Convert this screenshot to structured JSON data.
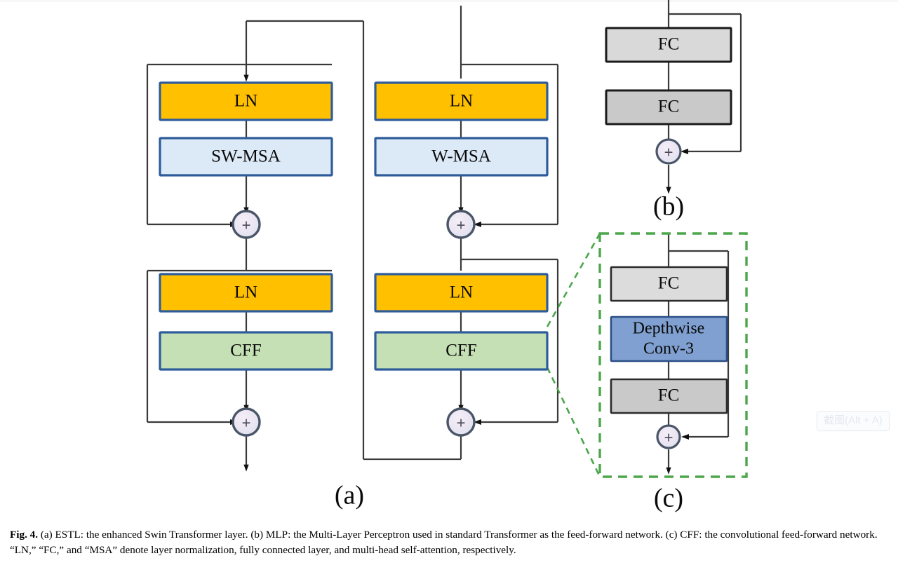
{
  "figure": {
    "number": "Fig. 4.",
    "caption": "(a) ESTL: the enhanced Swin Transformer layer. (b) MLP: the Multi-Layer Perceptron used in standard Transformer as the feed-forward network. (c) CFF: the convolutional feed-forward network. “LN,” “FC,” and “MSA” denote layer normalization, fully connected layer, and multi-head self-attention, respectively."
  },
  "panels": {
    "a": {
      "label": "(a)",
      "left_branch": {
        "blocks": [
          {
            "name": "ln-1",
            "text": "LN",
            "fill": "#FFC000",
            "stroke": "#2E5C9A"
          },
          {
            "name": "sw-msa",
            "text": "SW-MSA",
            "fill": "#DCE9F7",
            "stroke": "#2E5C9A"
          },
          {
            "name": "ln-2",
            "text": "LN",
            "fill": "#FFC000",
            "stroke": "#2E5C9A"
          },
          {
            "name": "cff-1",
            "text": "CFF",
            "fill": "#C5E0B4",
            "stroke": "#2E5C9A"
          }
        ],
        "adders": [
          "+",
          "+"
        ]
      },
      "right_branch": {
        "blocks": [
          {
            "name": "ln-3",
            "text": "LN",
            "fill": "#FFC000",
            "stroke": "#2E5C9A"
          },
          {
            "name": "w-msa",
            "text": "W-MSA",
            "fill": "#DCE9F7",
            "stroke": "#2E5C9A"
          },
          {
            "name": "ln-4",
            "text": "LN",
            "fill": "#FFC000",
            "stroke": "#2E5C9A"
          },
          {
            "name": "cff-2",
            "text": "CFF",
            "fill": "#C5E0B4",
            "stroke": "#2E5C9A"
          }
        ],
        "adders": [
          "+",
          "+"
        ]
      }
    },
    "b": {
      "label": "(b)",
      "blocks": [
        {
          "name": "fc-1",
          "text": "FC",
          "fill": "#D9D9D9",
          "stroke": "#1a1a1a"
        },
        {
          "name": "fc-2",
          "text": "FC",
          "fill": "#C9C9C9",
          "stroke": "#1a1a1a"
        }
      ],
      "adder": "+"
    },
    "c": {
      "label": "(c)",
      "border_color": "#4CA64C",
      "blocks": [
        {
          "name": "fc-3",
          "text": "FC",
          "fill": "#DCDCDC",
          "stroke": "#2b2b2b"
        },
        {
          "name": "depthwise-conv-3",
          "text": "Depthwise Conv-3",
          "line1": "Depthwise",
          "line2": "Conv-3",
          "fill": "#7FA0D0",
          "stroke": "#2b4f86"
        },
        {
          "name": "fc-4",
          "text": "FC",
          "fill": "#C9C9C9",
          "stroke": "#2b2b2b"
        }
      ],
      "adder": "+"
    }
  },
  "overlay": {
    "screenshot_tooltip": "截图(Alt + A)"
  },
  "colors": {
    "orange": "#FFC000",
    "light_blue": "#DCE9F7",
    "green": "#C5E0B4",
    "blue_border": "#2E5C9A",
    "gray_block": "#D9D9D9",
    "conv_blue": "#7FA0D0",
    "dashed_green": "#4CA64C",
    "line": "#3a3a3a"
  }
}
